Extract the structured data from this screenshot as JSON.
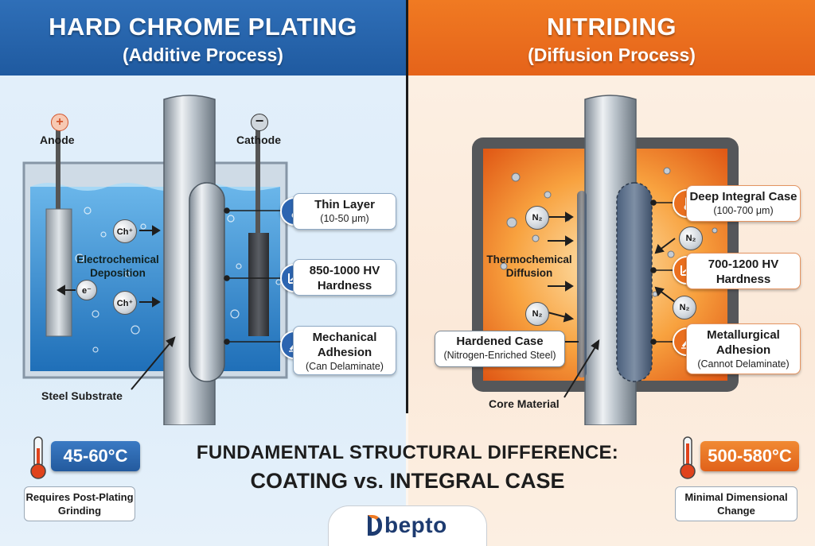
{
  "left": {
    "title": "HARD CHROME PLATING",
    "subtitle": "(Additive Process)",
    "anode_label": "Anode",
    "cathode_label": "Cathode",
    "ion1": "Ch⁺",
    "ion2": "Ch⁺",
    "electron": "e⁻",
    "process_label": "Electrochemical Deposition",
    "substrate_label": "Steel Substrate",
    "callouts": [
      {
        "title": "Thin Layer",
        "sub": "(10-50 μm)",
        "icon": "thermometer-icon"
      },
      {
        "title": "850-1000 HV",
        "sub": "Hardness",
        "icon": "hardness-graph-icon"
      },
      {
        "title": "Mechanical",
        "sub": "Adhesion",
        "detail": "(Can Delaminate)",
        "icon": "adhesion-pen-icon"
      }
    ],
    "temp": "45-60°C",
    "note": "Requires Post-Plating Grinding",
    "accent": "#2f6fb8"
  },
  "right": {
    "title": "NITRIDING",
    "subtitle": "(Diffusion Process)",
    "n2": "N₂",
    "process_label": "Thermochemical Diffusion",
    "case_label": "Hardened Case",
    "case_sub": "(Nitrogen-Enriched Steel)",
    "core_label": "Core Material",
    "callouts": [
      {
        "title": "Deep Integral Case",
        "sub": "(100-700 μm)",
        "icon": "thermometer-icon"
      },
      {
        "title": "700-1200 HV",
        "sub": "Hardness",
        "icon": "hardness-graph-icon"
      },
      {
        "title": "Metallurgical",
        "sub": "Adhesion",
        "detail": "(Cannot Delaminate)",
        "icon": "adhesion-pen-icon"
      }
    ],
    "temp": "500-580°C",
    "note": "Minimal Dimensional Change",
    "accent": "#e5631a"
  },
  "center": {
    "line1": "FUNDAMENTAL STRUCTURAL DIFFERENCE:",
    "line2": "COATING vs. INTEGRAL CASE"
  },
  "logo": "bepto"
}
